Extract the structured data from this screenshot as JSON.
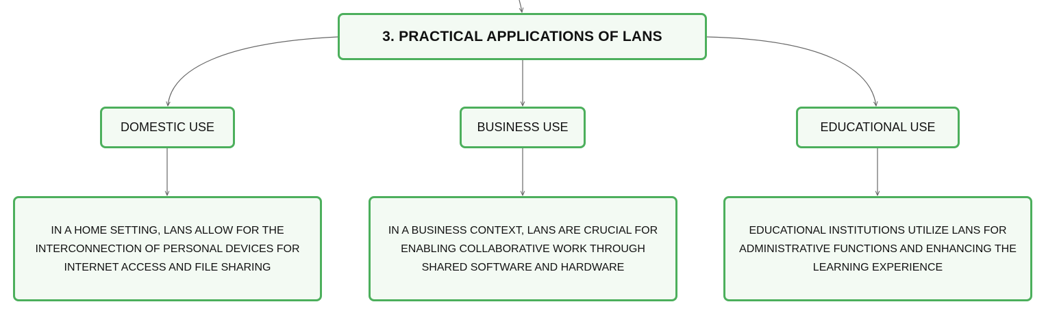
{
  "diagram": {
    "root": {
      "label": "3. PRACTICAL APPLICATIONS OF LANS"
    },
    "branches": [
      {
        "label": "DOMESTIC USE",
        "detail": "IN A HOME SETTING, LANS ALLOW FOR THE INTERCONNECTION OF PERSONAL DEVICES FOR INTERNET ACCESS AND FILE SHARING"
      },
      {
        "label": "BUSINESS USE",
        "detail": "IN A BUSINESS CONTEXT, LANS ARE CRUCIAL FOR ENABLING COLLABORATIVE WORK THROUGH SHARED SOFTWARE AND HARDWARE"
      },
      {
        "label": "EDUCATIONAL USE",
        "detail": "EDUCATIONAL INSTITUTIONS UTILIZE LANS FOR ADMINISTRATIVE FUNCTIONS AND ENHANCING THE LEARNING EXPERIENCE"
      }
    ],
    "colors": {
      "node_border": "#4caf5c",
      "node_fill": "#f3faf3",
      "connector": "#666666",
      "text": "#111111"
    }
  }
}
